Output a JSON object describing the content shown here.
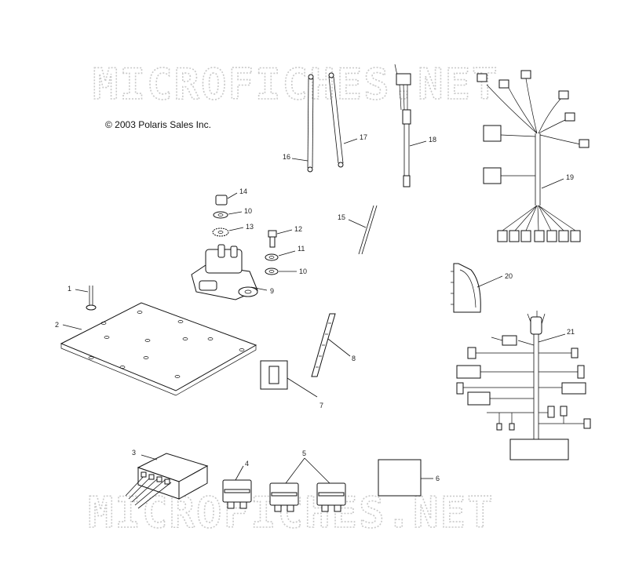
{
  "watermark": {
    "top": "MICROFICHES.NET",
    "bottom": "MICROFICHES.NET"
  },
  "copyright": "© 2003 Polaris Sales Inc.",
  "callouts": {
    "c1": "1",
    "c2": "2",
    "c3": "3",
    "c4": "4",
    "c5": "5",
    "c6": "6",
    "c7": "7",
    "c8": "8",
    "c9": "9",
    "c10a": "10",
    "c10b": "10",
    "c11": "11",
    "c12": "12",
    "c13": "13",
    "c14": "14",
    "c15": "15",
    "c16": "16",
    "c17": "17",
    "c18": "18",
    "c19": "19",
    "c20": "20",
    "c21": "21"
  }
}
